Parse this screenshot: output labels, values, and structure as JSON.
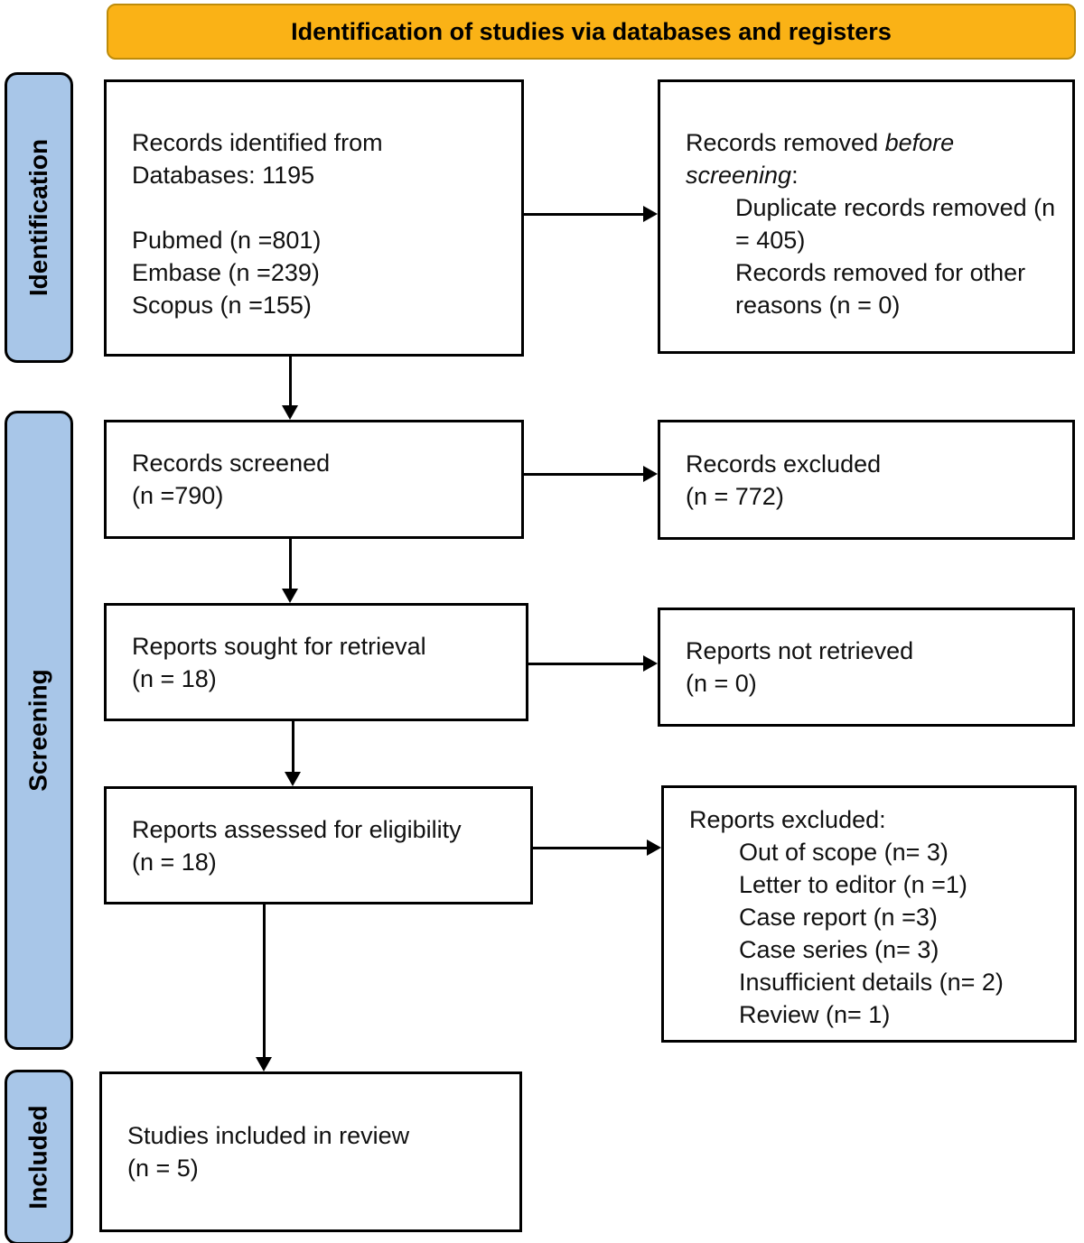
{
  "banner": {
    "title": "Identification of studies via databases and registers"
  },
  "stages": {
    "identification": "Identification",
    "screening": "Screening",
    "included": "Included"
  },
  "boxes": {
    "records_identified": {
      "line1": "Records identified from",
      "line2": "Databases: 1195",
      "sources": [
        "Pubmed (n =801)",
        "Embase (n =239)",
        "Scopus (n =155)"
      ]
    },
    "records_removed": {
      "prefix": "Records removed ",
      "italic": "before screening",
      "suffix": ":",
      "items": [
        "Duplicate records removed (n = 405)",
        "Records removed for other reasons (n = 0)"
      ]
    },
    "records_screened": {
      "line1": "Records screened",
      "line2": "(n =790)"
    },
    "records_excluded": {
      "line1": "Records excluded",
      "line2": "(n = 772)"
    },
    "reports_sought": {
      "line1": "Reports sought for retrieval",
      "line2": "(n = 18)"
    },
    "reports_not_retrieved": {
      "line1": "Reports not retrieved",
      "line2": "(n = 0)"
    },
    "reports_assessed": {
      "line1": "Reports assessed for eligibility",
      "line2": "(n = 18)"
    },
    "reports_excluded": {
      "title": "Reports excluded:",
      "items": [
        "Out of scope (n= 3)",
        "Letter to editor (n =1)",
        "Case report (n =3)",
        "Case series (n= 3)",
        "Insufficient details (n= 2)",
        "Review (n= 1)"
      ]
    },
    "studies_included": {
      "line1": "Studies included in review",
      "line2": "(n = 5)"
    }
  },
  "colors": {
    "banner_fill": "#FAB216",
    "banner_border": "#BE8C0A",
    "stage_fill": "#A8C6E8",
    "box_border": "#000000"
  }
}
